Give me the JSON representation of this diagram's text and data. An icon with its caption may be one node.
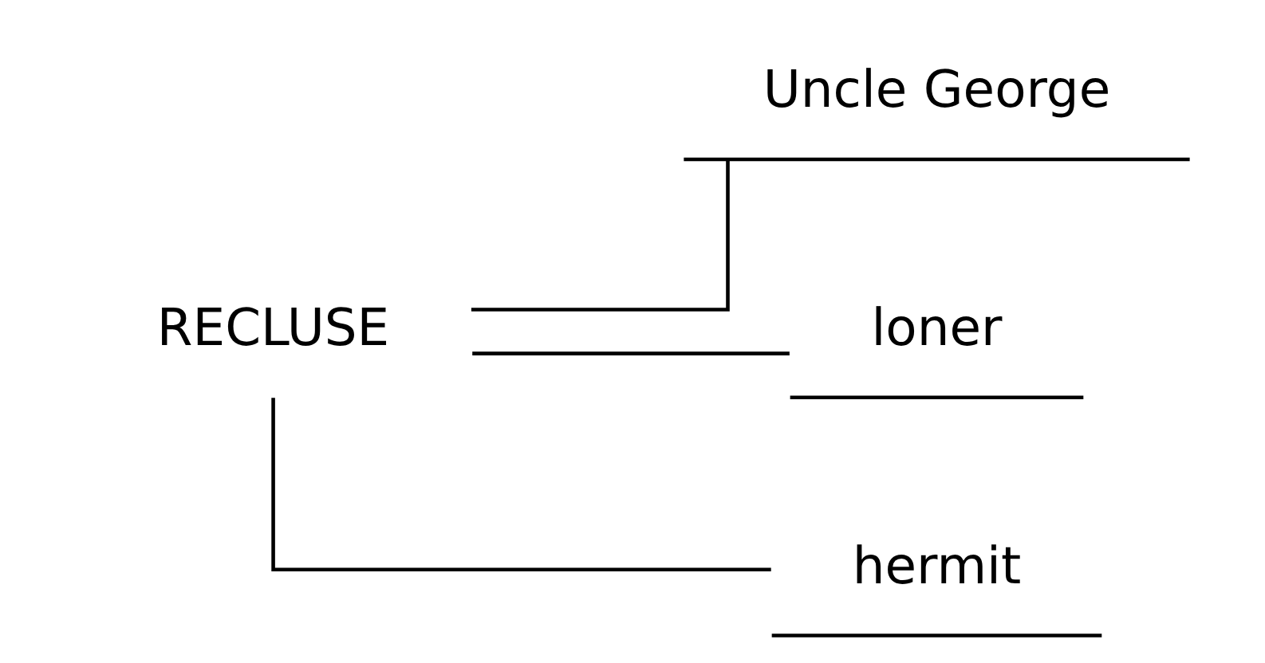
{
  "diagram": {
    "nodes": [
      {
        "text": [
          "RECLUSE"
        ]
      },
      {
        "text": [
          "Uncle George"
        ]
      },
      {
        "text": [
          "loner"
        ]
      },
      {
        "text": [
          "hermit"
        ]
      }
    ],
    "edges": [
      {
        "from": 0,
        "to": 1,
        "arrow": "none"
      },
      {
        "from": 0,
        "to": 2,
        "arrow": "none"
      },
      {
        "from": 0,
        "to": 3,
        "arrow": "none"
      }
    ]
  }
}
